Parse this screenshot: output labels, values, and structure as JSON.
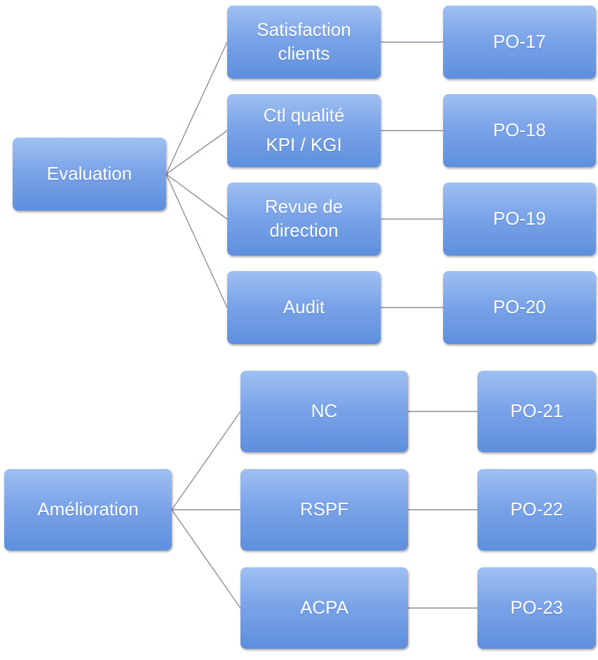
{
  "groups": [
    {
      "root": "Evaluation",
      "children": [
        {
          "lines": [
            "Satisfaction",
            "clients"
          ],
          "code": "PO-17"
        },
        {
          "lines": [
            "Ctl qualité",
            "KPI / KGI"
          ],
          "code": "PO-18"
        },
        {
          "lines": [
            "Revue de",
            "direction"
          ],
          "code": "PO-19"
        },
        {
          "lines": [
            "Audit"
          ],
          "code": "PO-20"
        }
      ]
    },
    {
      "root": "Amélioration",
      "children": [
        {
          "lines": [
            "NC"
          ],
          "code": "PO-21"
        },
        {
          "lines": [
            "RSPF"
          ],
          "code": "PO-22"
        },
        {
          "lines": [
            "ACPA"
          ],
          "code": "PO-23"
        }
      ]
    }
  ]
}
